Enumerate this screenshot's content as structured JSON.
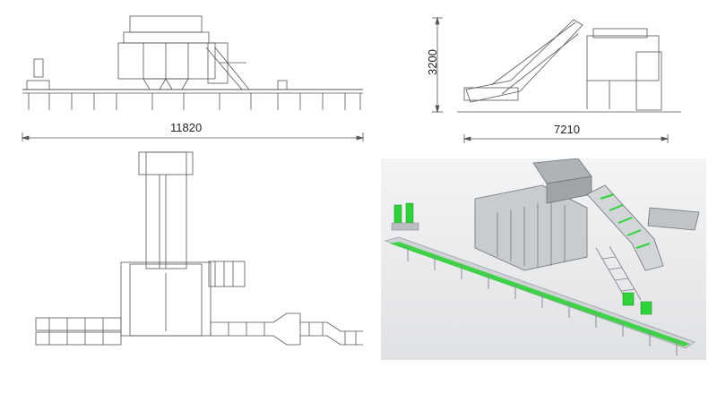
{
  "front_view": {
    "width_label": "11820"
  },
  "side_view": {
    "height_label": "3200",
    "length_label": "7210"
  },
  "colors": {
    "line": "#555555",
    "accent_green": "#2fd23a",
    "render_bg": "#e9ecee",
    "machine_grey": "#b9bec3"
  }
}
